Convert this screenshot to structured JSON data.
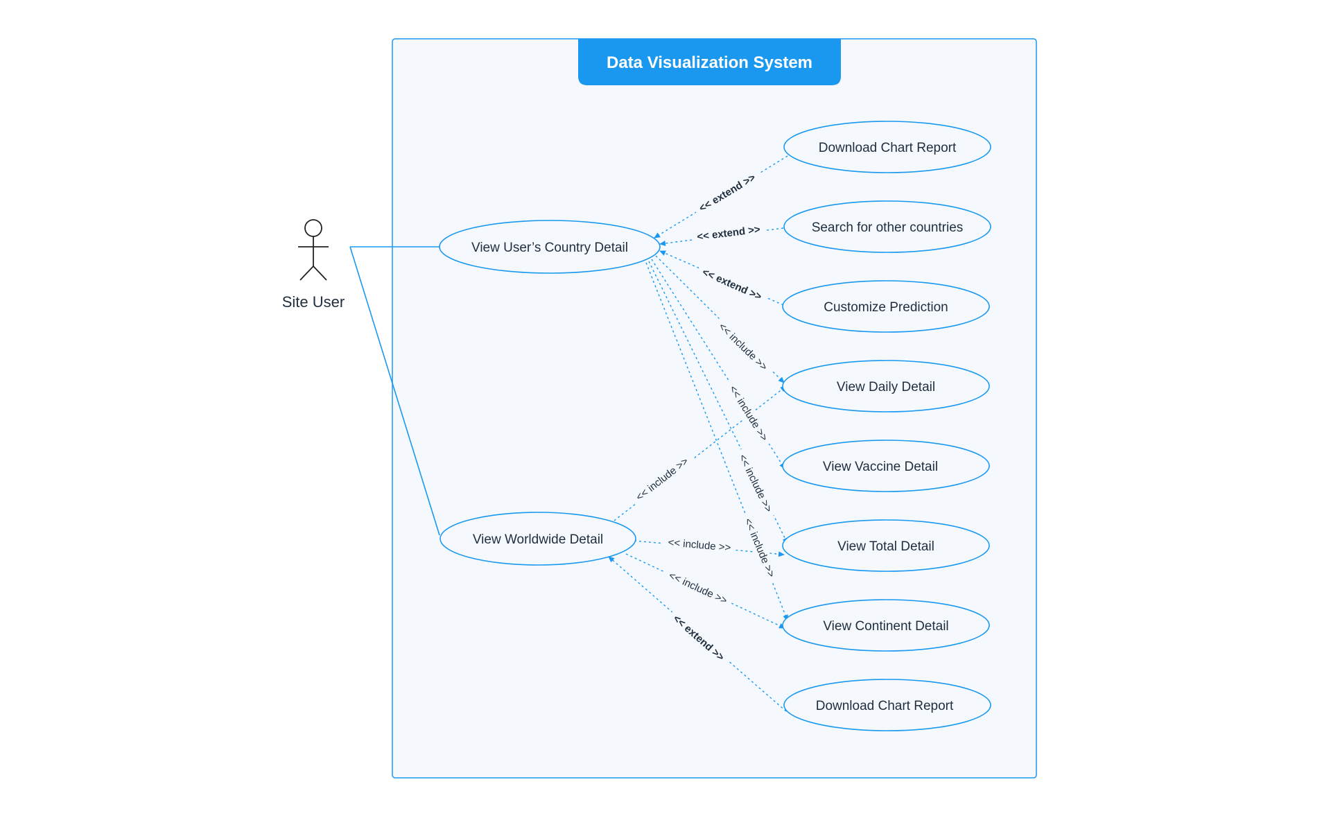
{
  "system": {
    "title": "Data Visualization System"
  },
  "actor": {
    "label": "Site User"
  },
  "use_cases": {
    "view_country_detail": "View User’s Country Detail",
    "view_worldwide_detail": "View Worldwide Detail",
    "download_chart_report_top": "Download Chart Report",
    "search_other_countries": "Search for other countries",
    "customize_prediction": "Customize Prediction",
    "view_daily_detail": "View Daily Detail",
    "view_vaccine_detail": "View Vaccine Detail",
    "view_total_detail": "View Total Detail",
    "view_continent_detail": "View Continent Detail",
    "download_chart_report_bottom": "Download Chart Report"
  },
  "relationship_labels": {
    "extend": "<< extend >>",
    "include": "<< include >>"
  },
  "colors": {
    "accent": "#1a98f0",
    "boundary_fill": "#f5f9fd",
    "text": "#1f2d3d",
    "actor_stroke": "#222222"
  }
}
